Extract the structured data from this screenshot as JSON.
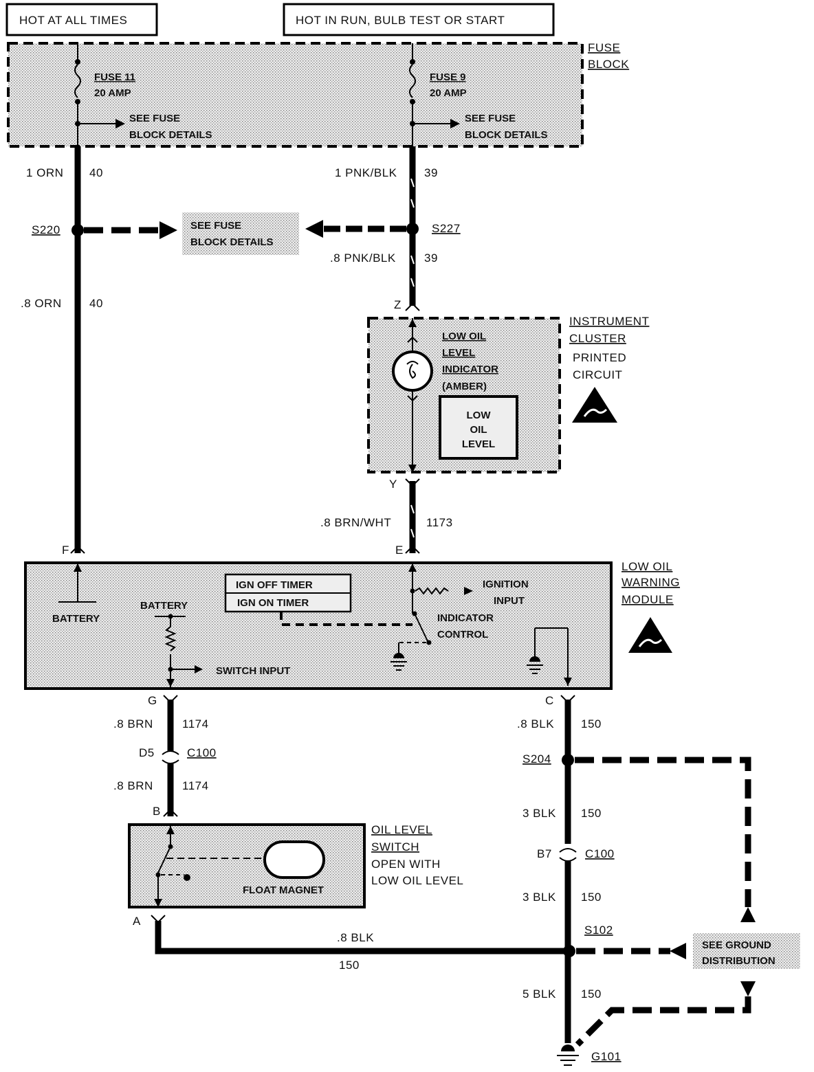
{
  "power": {
    "hot_at_all_times": "HOT AT ALL TIMES",
    "hot_in_run": "HOT IN RUN, BULB TEST OR START"
  },
  "fuse_block": {
    "label_line1": "FUSE",
    "label_line2": "BLOCK",
    "fuse11_name": "FUSE 11",
    "fuse11_rating": "20 AMP",
    "fuse9_name": "FUSE 9",
    "fuse9_rating": "20 AMP",
    "see_details_line1": "SEE FUSE",
    "see_details_line2": "BLOCK DETAILS"
  },
  "wires": {
    "w1_gauge": "1 ORN",
    "w1_circuit": "40",
    "w2_gauge": "1 PNK/BLK",
    "w2_circuit": "39",
    "w3_gauge": ".8 PNK/BLK",
    "w3_circuit": "39",
    "w4_gauge": ".8 ORN",
    "w4_circuit": "40",
    "w5_gauge": ".8 BRN/WHT",
    "w5_circuit": "1173",
    "w6_gauge": ".8 BRN",
    "w6_circuit": "1174",
    "w7_gauge": ".8 BRN",
    "w7_circuit": "1174",
    "w8_gauge": ".8 BLK",
    "w8_circuit": "150",
    "w9_gauge": "3 BLK",
    "w9_circuit": "150",
    "w10_gauge": "3 BLK",
    "w10_circuit": "150",
    "w11_gauge": ".8 BLK",
    "w11_circuit": "150",
    "w12_gauge": "5 BLK",
    "w12_circuit": "150"
  },
  "splices": {
    "s220": "S220",
    "s227": "S227",
    "s204": "S204",
    "s102": "S102",
    "g101": "G101"
  },
  "connectors": {
    "z": "Z",
    "y": "Y",
    "f": "F",
    "e": "E",
    "g": "G",
    "c": "C",
    "d5": "D5",
    "c100_a": "C100",
    "b": "B",
    "b7": "B7",
    "c100_b": "C100",
    "a": "A"
  },
  "cluster": {
    "label_line1": "INSTRUMENT",
    "label_line2": "CLUSTER",
    "label_line3": "PRINTED",
    "label_line4": "CIRCUIT",
    "indicator_line1": "LOW OIL",
    "indicator_line2": "LEVEL",
    "indicator_line3": "INDICATOR",
    "indicator_line4": "(AMBER)",
    "display_line1": "LOW",
    "display_line2": "OIL",
    "display_line3": "LEVEL"
  },
  "module": {
    "label_line1": "LOW OIL",
    "label_line2": "WARNING",
    "label_line3": "MODULE",
    "battery_left": "BATTERY",
    "battery_mid": "BATTERY",
    "ign_off_timer": "IGN OFF TIMER",
    "ign_on_timer": "IGN ON TIMER",
    "ignition_input_line1": "IGNITION",
    "ignition_input_line2": "INPUT",
    "indicator_control_line1": "INDICATOR",
    "indicator_control_line2": "CONTROL",
    "switch_input": "SWITCH INPUT"
  },
  "switch": {
    "label_line1": "OIL LEVEL",
    "label_line2": "SWITCH",
    "label_line3": "OPEN WITH",
    "label_line4": "LOW OIL LEVEL",
    "float_magnet": "FLOAT MAGNET"
  },
  "ground": {
    "see_line1": "SEE GROUND",
    "see_line2": "DISTRIBUTION"
  }
}
